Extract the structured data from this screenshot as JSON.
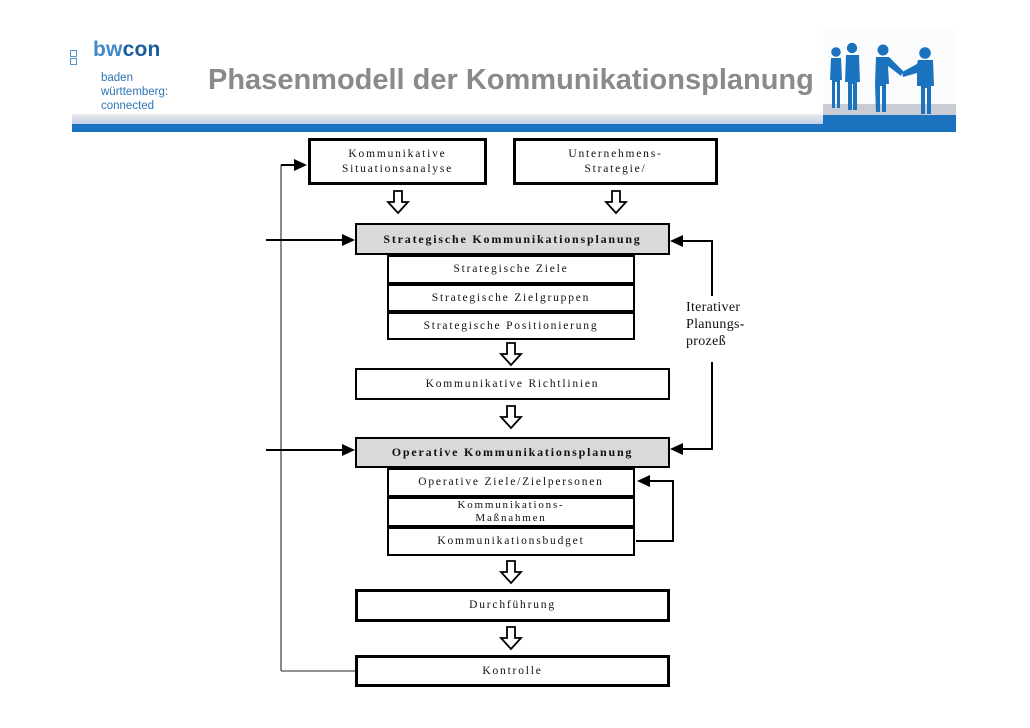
{
  "slide": {
    "title": "Phasenmodell der Kommunikationsplanung",
    "logo": {
      "bw": "bw",
      "con": "con",
      "tagline": "baden\nwürttemberg:\nconnected"
    },
    "header_image": "business-people-silhouettes",
    "colors": {
      "accent_blue": "#1b72bf",
      "title_gray": "#8a8a8a",
      "box_gray_fill": "#d9d9d9"
    }
  },
  "diagram": {
    "boxes": {
      "situation": "Kommunikative\nSituationsanalyse",
      "strategy": "Unternehmens-\nStrategie/",
      "strategic_planning": "Strategische Kommunikationsplanung",
      "strategic_goals": "Strategische Ziele",
      "strategic_groups": "Strategische Zielgruppen",
      "strategic_positioning": "Strategische Positionierung",
      "guidelines": "Kommunikative Richtlinien",
      "operative_planning": "Operative Kommunikationsplanung",
      "operative_goals": "Operative Ziele/Zielpersonen",
      "measures": "Kommunikations-\nMaßnahmen",
      "budget": "Kommunikationsbudget",
      "execution": "Durchführung",
      "control": "Kontrolle"
    },
    "side_label": "Iterativer\nPlanungs-\nprozeß"
  }
}
